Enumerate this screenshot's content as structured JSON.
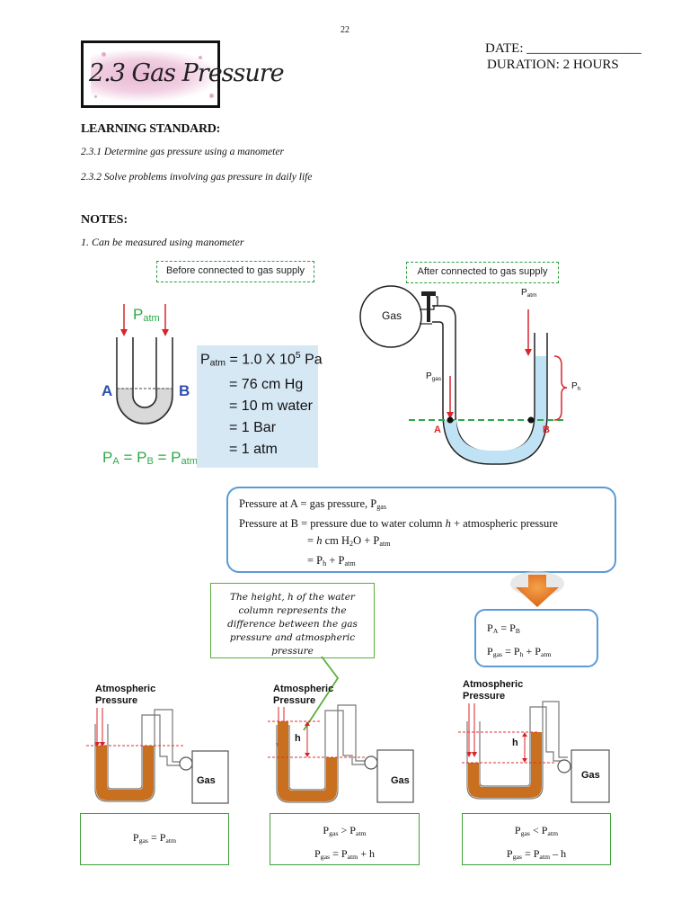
{
  "page_number": "22",
  "title": "2.3 Gas Pressure",
  "date_label": "DATE: _________________",
  "duration_label": "DURATION: 2 HOURS",
  "learning_standard": {
    "heading": "LEARNING STANDARD:",
    "items": [
      "2.3.1 Determine gas pressure using a manometer",
      "2.3.2 Solve problems involving gas pressure in daily life"
    ]
  },
  "notes": {
    "heading": "NOTES:",
    "item1": "1.  Can be measured using manometer"
  },
  "diagram_before": {
    "label": "Before connected to gas supply",
    "p_atm": "P",
    "p_atm_sub": "atm",
    "label_a": "A",
    "label_b": "B",
    "equality": "P",
    "equality_parts": [
      "A",
      " = P",
      "B",
      " = P",
      "atm"
    ],
    "equivalents": [
      "= 1.0 X 10",
      "5",
      " Pa",
      "= 76 cm Hg",
      "= 10 m water",
      "= 1 Bar",
      "= 1 atm"
    ]
  },
  "diagram_after": {
    "label": "After connected to gas supply",
    "gas_label": "Gas",
    "p_atm_sub": "atm",
    "p_gas_sub": "gas",
    "p_h_sub": "h",
    "label_a": "A",
    "label_b": "B"
  },
  "info_box": {
    "line1": "Pressure at A = gas pressure, P",
    "line1_sub": "gas",
    "line2a": "Pressure at B = pressure due to water column ",
    "line2_h": "h",
    "line2b": " + atmospheric pressure",
    "line3a": "= ",
    "line3_h": "h",
    "line3b": " cm H",
    "line3_2": "2",
    "line3c": "O + P",
    "line3_sub": "atm",
    "line4a": "= P",
    "line4_sub1": "h",
    "line4b": " + P",
    "line4_sub2": "atm"
  },
  "eq_box": {
    "line1": [
      "P",
      "A",
      " = P",
      "B"
    ],
    "line2": [
      "P",
      "gas",
      " = P",
      "h",
      " + P",
      "atm"
    ]
  },
  "callout_text": "The height, h of the water column represents the difference between the gas pressure and atmospheric pressure",
  "manometers": [
    {
      "atm_label": "Atmospheric Pressure",
      "gas_label": "Gas",
      "h_label": ""
    },
    {
      "atm_label": "Atmospheric Pressure",
      "gas_label": "Gas",
      "h_label": "h"
    },
    {
      "atm_label": "Atmospheric Pressure",
      "gas_label": "Gas",
      "h_label": "h"
    }
  ],
  "results": [
    {
      "line1": [
        "P",
        "gas",
        " = P",
        "atm"
      ]
    },
    {
      "line1": [
        "P",
        "gas",
        " > P",
        "atm"
      ],
      "line2": [
        "P",
        "gas",
        " = P",
        "atm",
        " + h"
      ]
    },
    {
      "line1": [
        "P",
        "gas",
        " < P",
        "atm"
      ],
      "line2": [
        "P",
        "gas",
        " = P",
        "atm",
        " – h"
      ]
    }
  ],
  "colors": {
    "green_text": "#2ea84a",
    "red_arrow": "#d9242a",
    "blue_liquid": "#bfe3f5",
    "box_blue": "#5b9bd5",
    "brown_liquid": "#c0651c",
    "label_blue": "#2e4fb0",
    "shaded_box": "#d7e8f5"
  }
}
